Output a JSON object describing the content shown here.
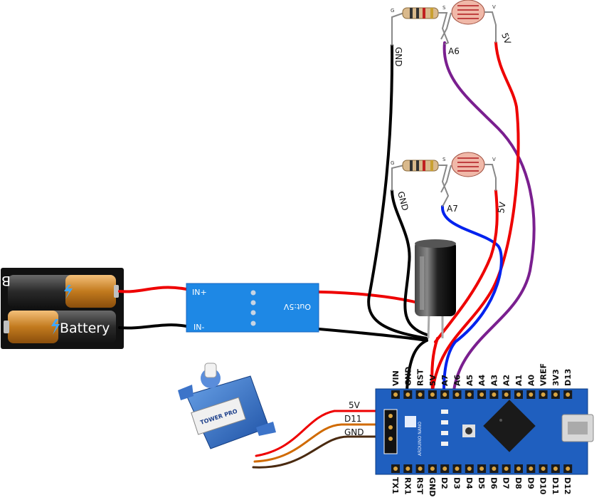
{
  "battery_pack": {
    "cells": [
      {
        "label": "Battery",
        "orientation": "flipped"
      },
      {
        "label": "Battery",
        "orientation": "normal"
      }
    ]
  },
  "regulator": {
    "in_plus": "IN+",
    "in_minus": "IN-",
    "out_label": "Out:5V"
  },
  "sensors": [
    {
      "pin_g": "G",
      "pin_s": "S",
      "pin_v": "V",
      "gnd_label": "GND",
      "signal_label": "A6",
      "vcc_label": "5V"
    },
    {
      "pin_g": "G",
      "pin_s": "S",
      "pin_v": "V",
      "gnd_label": "GND",
      "signal_label": "A7",
      "vcc_label": "5V"
    }
  ],
  "servo": {
    "brand": "TOWER PRO",
    "wires": [
      "5V",
      "D11",
      "GND"
    ]
  },
  "arduino": {
    "top_pins": [
      "VIN",
      "GND",
      "RST",
      "5V",
      "A7",
      "A6",
      "A5",
      "A4",
      "A3",
      "A2",
      "A1",
      "A0",
      "VREF",
      "3V3",
      "D13"
    ],
    "bottom_pins": [
      "TX1",
      "RX1",
      "RST",
      "GND",
      "D2",
      "D3",
      "D4",
      "D5",
      "D6",
      "D7",
      "D8",
      "D9",
      "D10",
      "D11",
      "D12"
    ],
    "board_text": "ARDUINO NANO"
  },
  "colors": {
    "wire_red": "#ee0000",
    "wire_black": "#000000",
    "wire_purple": "#7a1f8f",
    "wire_blue": "#0022ee",
    "wire_orange": "#d06a00",
    "wire_brown": "#4a2a10",
    "module_blue": "#1e88e5",
    "board_blue": "#1f5fbf"
  }
}
